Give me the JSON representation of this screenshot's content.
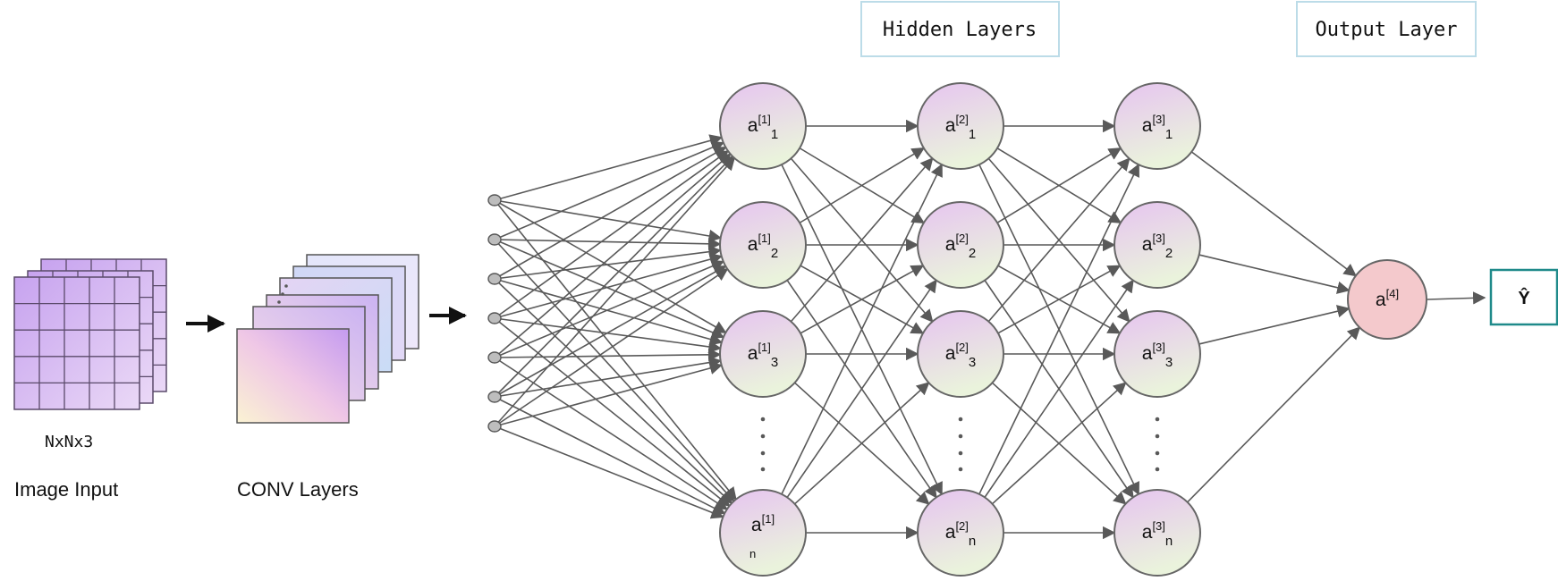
{
  "labels": {
    "hidden_layers": "Hidden Layers",
    "output_layer": "Output Layer",
    "input_size": "NxNx3",
    "image_input": "Image Input",
    "conv_layers": "CONV Layers",
    "output_symbol": "Ŷ"
  },
  "layers": [
    {
      "id": 1,
      "base": "a",
      "sup": "[1]",
      "subs": [
        "1",
        "2",
        "3",
        "n"
      ]
    },
    {
      "id": 2,
      "base": "a",
      "sup": "[2]",
      "subs": [
        "1",
        "2",
        "3",
        "n"
      ]
    },
    {
      "id": 3,
      "base": "a",
      "sup": "[3]",
      "subs": [
        "1",
        "2",
        "3",
        "n"
      ]
    }
  ],
  "output_node": {
    "base": "a",
    "sup": "[4]"
  },
  "colors": {
    "hidden_node_top": "#e8c8f0",
    "hidden_node_bottom": "#eaf2dc",
    "output_node": "#f4c9cc",
    "edges": "#595959",
    "header_border": "#bcdce8",
    "output_box_border": "#1f8a8a",
    "image_grid": "#c9a6ec"
  }
}
